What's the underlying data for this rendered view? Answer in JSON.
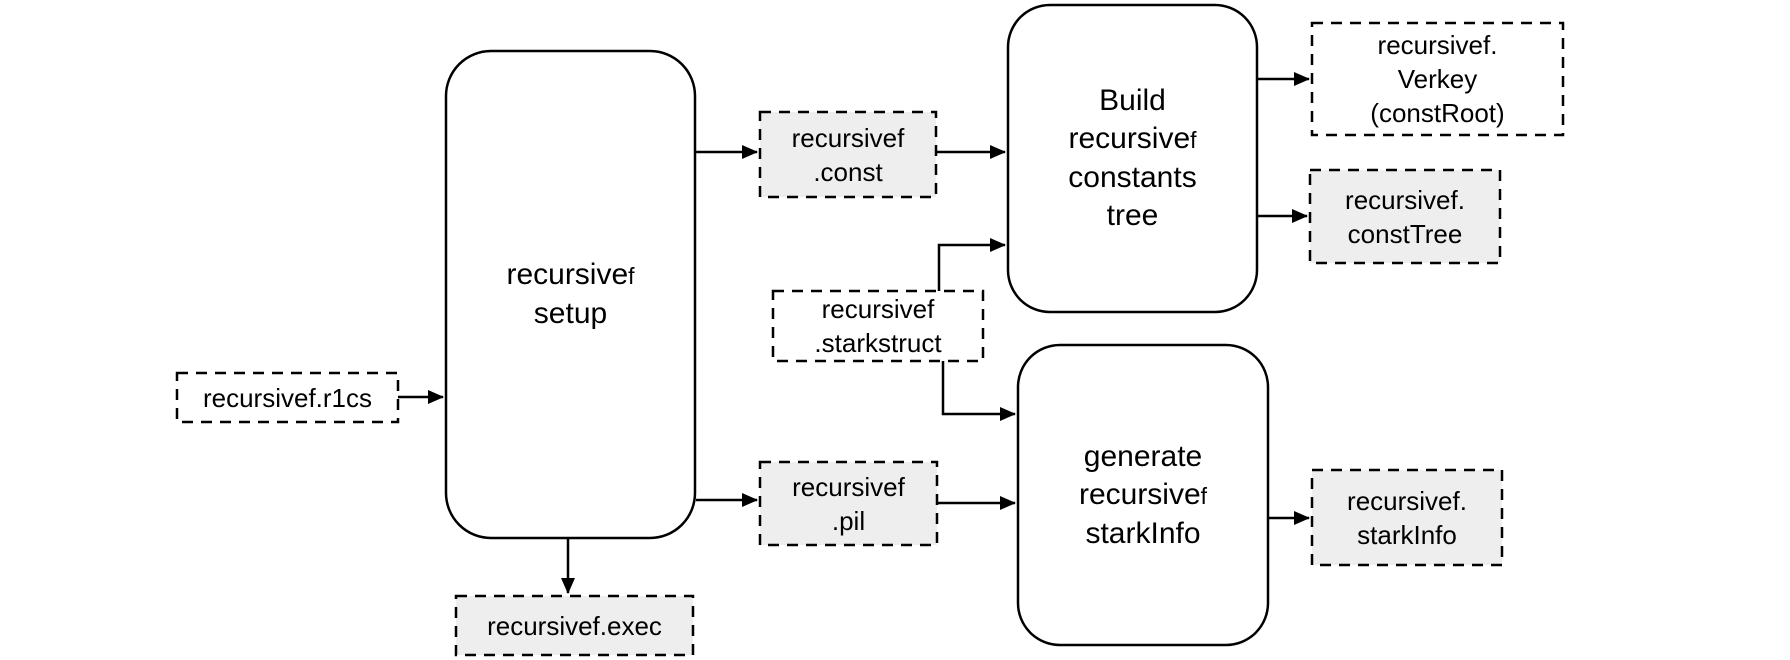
{
  "colors": {
    "stroke": "#000000",
    "shaded_fill": "#eeeeee",
    "plain_fill": "#ffffff",
    "background": "#ffffff"
  },
  "nodes": {
    "setup": {
      "type": "process",
      "line1": {
        "text": "recursive",
        "sub": "f"
      },
      "line2": "setup"
    },
    "build": {
      "type": "process",
      "line1": "Build",
      "line2": {
        "text": "recursive",
        "sub": "f"
      },
      "line3": "constants",
      "line4": "tree"
    },
    "generate": {
      "type": "process",
      "line1": "generate",
      "line2": {
        "text": "recursive",
        "sub": "f"
      },
      "line3": "starkInfo"
    },
    "r1cs": {
      "type": "file",
      "shaded": false,
      "lines": [
        "recursivef.r1cs"
      ]
    },
    "const": {
      "type": "file",
      "shaded": true,
      "lines": [
        "recursivef",
        ".const"
      ]
    },
    "starkstruct": {
      "type": "file",
      "shaded": false,
      "lines": [
        "recursivef",
        ".starkstruct"
      ]
    },
    "pil": {
      "type": "file",
      "shaded": true,
      "lines": [
        "recursivef",
        ".pil"
      ]
    },
    "exec": {
      "type": "file",
      "shaded": true,
      "lines": [
        "recursivef.exec"
      ]
    },
    "verkey": {
      "type": "file",
      "shaded": false,
      "lines": [
        "recursivef.",
        "Verkey",
        "(constRoot)"
      ]
    },
    "consttree": {
      "type": "file",
      "shaded": true,
      "lines": [
        "recursivef.",
        "constTree"
      ]
    },
    "starkinfo": {
      "type": "file",
      "shaded": true,
      "lines": [
        "recursivef.",
        "starkInfo"
      ]
    }
  }
}
